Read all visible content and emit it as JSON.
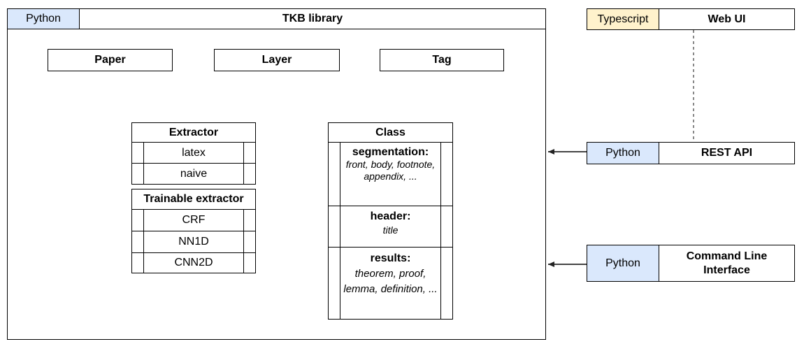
{
  "tkb": {
    "lang": "Python",
    "title": "TKB library"
  },
  "webui": {
    "lang": "Typescript",
    "title": "Web UI"
  },
  "rest": {
    "lang": "Python",
    "title": "REST API"
  },
  "cli": {
    "lang": "Python",
    "title": "Command Line Interface"
  },
  "paper": "Paper",
  "layer": "Layer",
  "tag": "Tag",
  "extractor": {
    "title": "Extractor",
    "items": [
      "latex",
      "naive"
    ]
  },
  "trainable": {
    "title": "Trainable extractor",
    "items": [
      "CRF",
      "NN1D",
      "CNN2D"
    ]
  },
  "class": {
    "title": "Class",
    "sections": [
      {
        "name": "segmentation:",
        "values": "front, body, footnote, appendix, ..."
      },
      {
        "name": "header:",
        "values": "title"
      },
      {
        "name": "results:",
        "values": "theorem, proof, lemma, definition, ..."
      }
    ]
  },
  "colors": {
    "python": "#dae8fc",
    "typescript": "#fff2cc",
    "connector": "#444444"
  }
}
